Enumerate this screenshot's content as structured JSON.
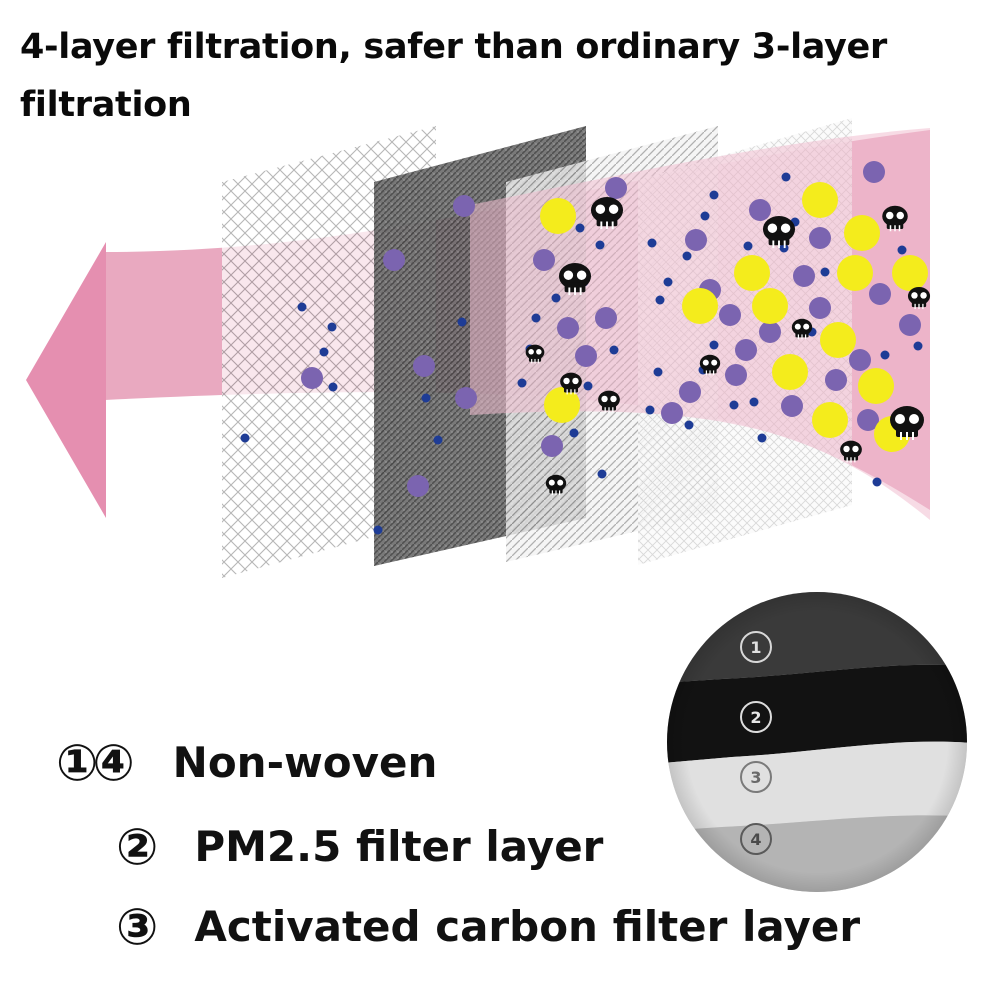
{
  "headline": "4-layer filtration, safer than ordinary 3-layer filtration",
  "photo_labels": [
    "1",
    "2",
    "3",
    "4"
  ],
  "legend": [
    {
      "num": "①④",
      "text": "Non-woven"
    },
    {
      "num": "②",
      "text": "PM2.5 filter layer"
    },
    {
      "num": "③",
      "text": "Activated carbon filter layer"
    }
  ],
  "colors": {
    "arrow_pink": "#e8a4bd",
    "particle_purple": "#7b64b0",
    "particle_yellow": "#f4ec1c",
    "particle_blue": "#1e3c96",
    "skull": "#111111"
  },
  "icons": [
    "skull-icon",
    "left-arrow"
  ]
}
